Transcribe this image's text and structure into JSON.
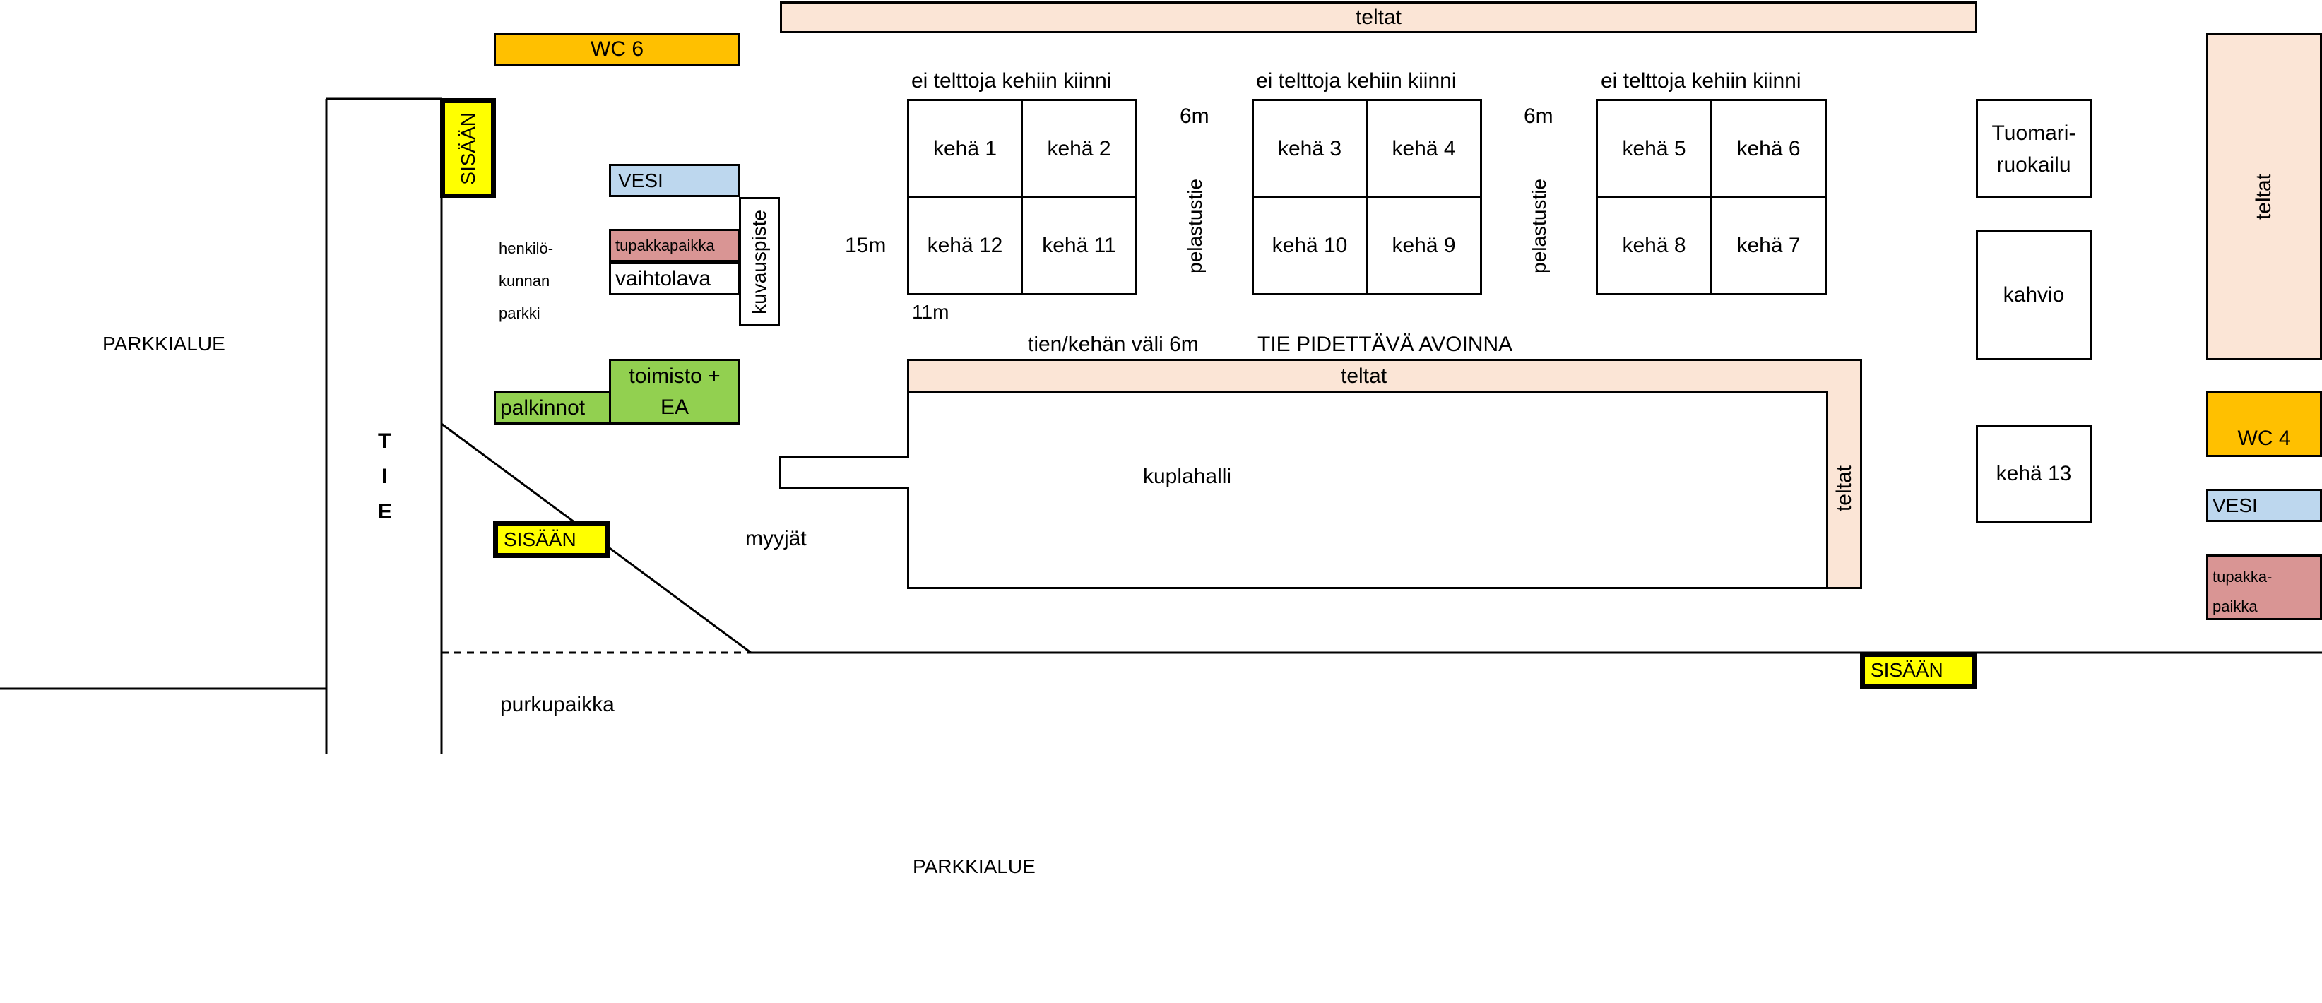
{
  "colors": {
    "tent": "#fbe5d6",
    "wc": "#ffc000",
    "water": "#bdd7ee",
    "smoking": "#d99594",
    "office": "#92d050",
    "entrance": "#ffff00"
  },
  "labels": {
    "teltat_top": "teltat",
    "wc6": "WC 6",
    "wc4": "WC 4",
    "sisaan": "SISÄÄN",
    "vesi": "VESI",
    "tupakkapaikka": "tupakkapaikka",
    "tupakkapaikka_split": [
      "tupakka-",
      "paikka"
    ],
    "vaihtolava": "vaihtolava",
    "kuvauspiste": "kuvauspiste",
    "staff_parking": [
      "henkilö-",
      "kunnan",
      "parkki"
    ],
    "parkkialue": "PARKKIALUE",
    "tie_letters": [
      "T",
      "I",
      "E"
    ],
    "toimisto": [
      "toimisto +",
      "EA"
    ],
    "palkinnot": "palkinnot",
    "myyjat": "myyjät",
    "purkupaikka": "purkupaikka",
    "no_tents": "ei telttoja kehiin kiinni",
    "six_m": "6m",
    "fifteen_m": "15m",
    "eleven_m": "11m",
    "pelastustie": "pelastustie",
    "road_ring_gap": "tien/kehän väli 6m",
    "keep_open": "TIE PIDETTÄVÄ AVOINNA",
    "teltat": "teltat",
    "kuplahalli": "kuplahalli",
    "tuomari": [
      "Tuomari-",
      "ruokailu"
    ],
    "kahvio": "kahvio",
    "keha13": "kehä 13"
  },
  "rings": {
    "group1": [
      "kehä 1",
      "kehä 2",
      "kehä 12",
      "kehä 11"
    ],
    "group2": [
      "kehä 3",
      "kehä 4",
      "kehä 10",
      "kehä 9"
    ],
    "group3": [
      "kehä 5",
      "kehä 6",
      "kehä 8",
      "kehä 7"
    ]
  }
}
